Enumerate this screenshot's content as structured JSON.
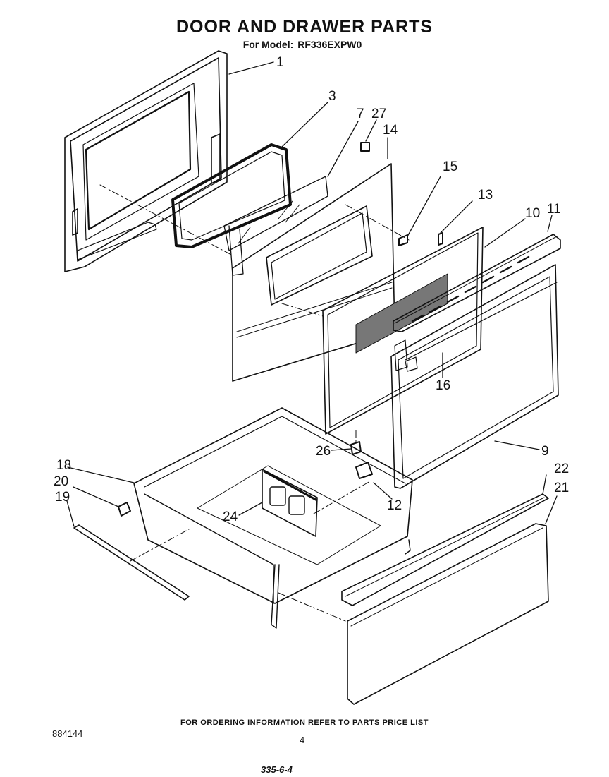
{
  "header": {
    "title": "DOOR AND DRAWER PARTS",
    "model_prefix": "For Model:",
    "model_number": "RF336EXPW0"
  },
  "callouts": {
    "p1": "1",
    "p3": "3",
    "p7": "7",
    "p27": "27",
    "p14": "14",
    "p15": "15",
    "p13": "13",
    "p10": "10",
    "p11": "11",
    "p16": "16",
    "p26": "26",
    "p9": "9",
    "p18": "18",
    "p20": "20",
    "p19": "19",
    "p24": "24",
    "p12": "12",
    "p22": "22",
    "p21": "21"
  },
  "footer": {
    "note": "FOR ORDERING INFORMATION REFER TO PARTS PRICE LIST",
    "catalog_number": "884144",
    "page_number": "4",
    "handwritten": "335-6-4"
  }
}
